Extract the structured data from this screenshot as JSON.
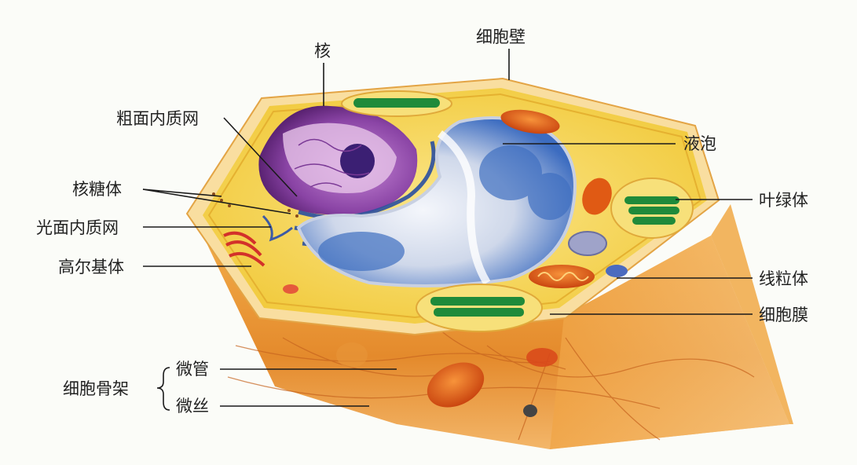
{
  "labels": {
    "nucleus": "核",
    "cell_wall": "细胞壁",
    "rough_er": "粗面内质网",
    "vacuole": "液泡",
    "ribosome": "核糖体",
    "chloroplast": "叶绿体",
    "smooth_er": "光面内质网",
    "golgi": "高尔基体",
    "mitochondrion": "线粒体",
    "cell_membrane": "细胞膜",
    "microtubule": "微管",
    "cytoskeleton": "细胞骨架",
    "microfilament": "微丝"
  },
  "colors": {
    "background": "#fbfcf8",
    "cytoplasm": "#f2cf3c",
    "cell_wall": "#f7d58a",
    "side_wall": "#e99a3c",
    "nucleus": "#7b3a96",
    "vacuole": "#3d6fc0",
    "chloroplast": "#1f8a3a",
    "mitochondrion": "#e06a1c",
    "golgi": "#d8342e"
  }
}
